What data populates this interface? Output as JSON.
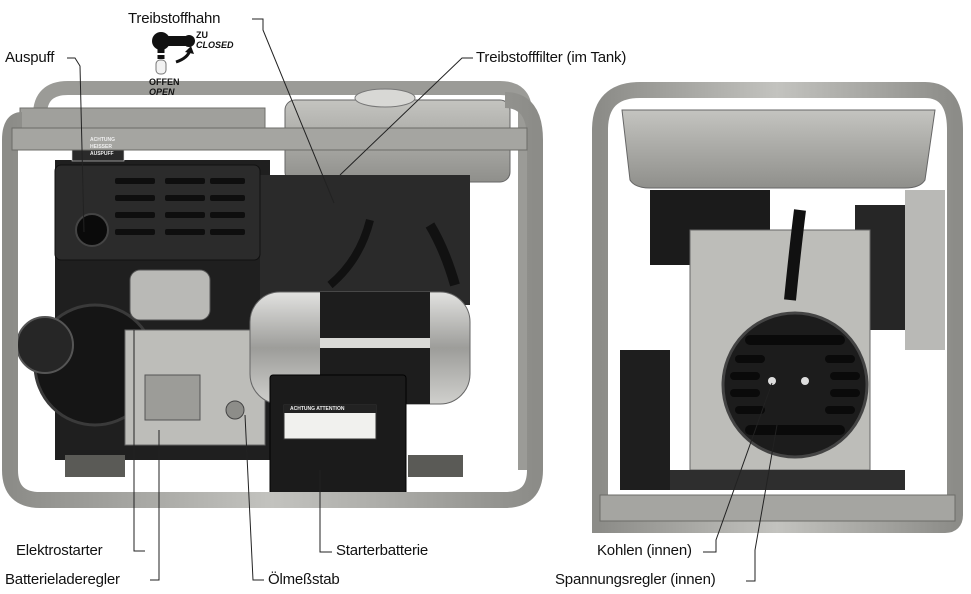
{
  "labels": {
    "treibstoffhahn": "Treibstoffhahn",
    "auspuff": "Auspuff",
    "treibstofffilter": "Treibstofffilter (im Tank)",
    "elektrostarter": "Elektrostarter",
    "batterieladeregler": "Batterieladeregler",
    "oelmessstab": "Ölmeßstab",
    "starterbatterie": "Starterbatterie",
    "kohlen": "Kohlen (innen)",
    "spannungsregler": "Spannungsregler (innen)"
  },
  "valve": {
    "zu": "ZU",
    "closed": "CLOSED",
    "offen": "OFFEN",
    "open": "OPEN"
  },
  "warning_label": {
    "line1": "ACHTUNG",
    "line2": "HEISSER",
    "line3": "AUSPUFF"
  },
  "battery_label": {
    "text": "ACHTUNG   ATTENTION"
  },
  "colors": {
    "frame": "#a7a7a3",
    "frame_dark": "#7f7f7b",
    "engine_black": "#1e1e1e",
    "metal": "#c9c9c6"
  }
}
